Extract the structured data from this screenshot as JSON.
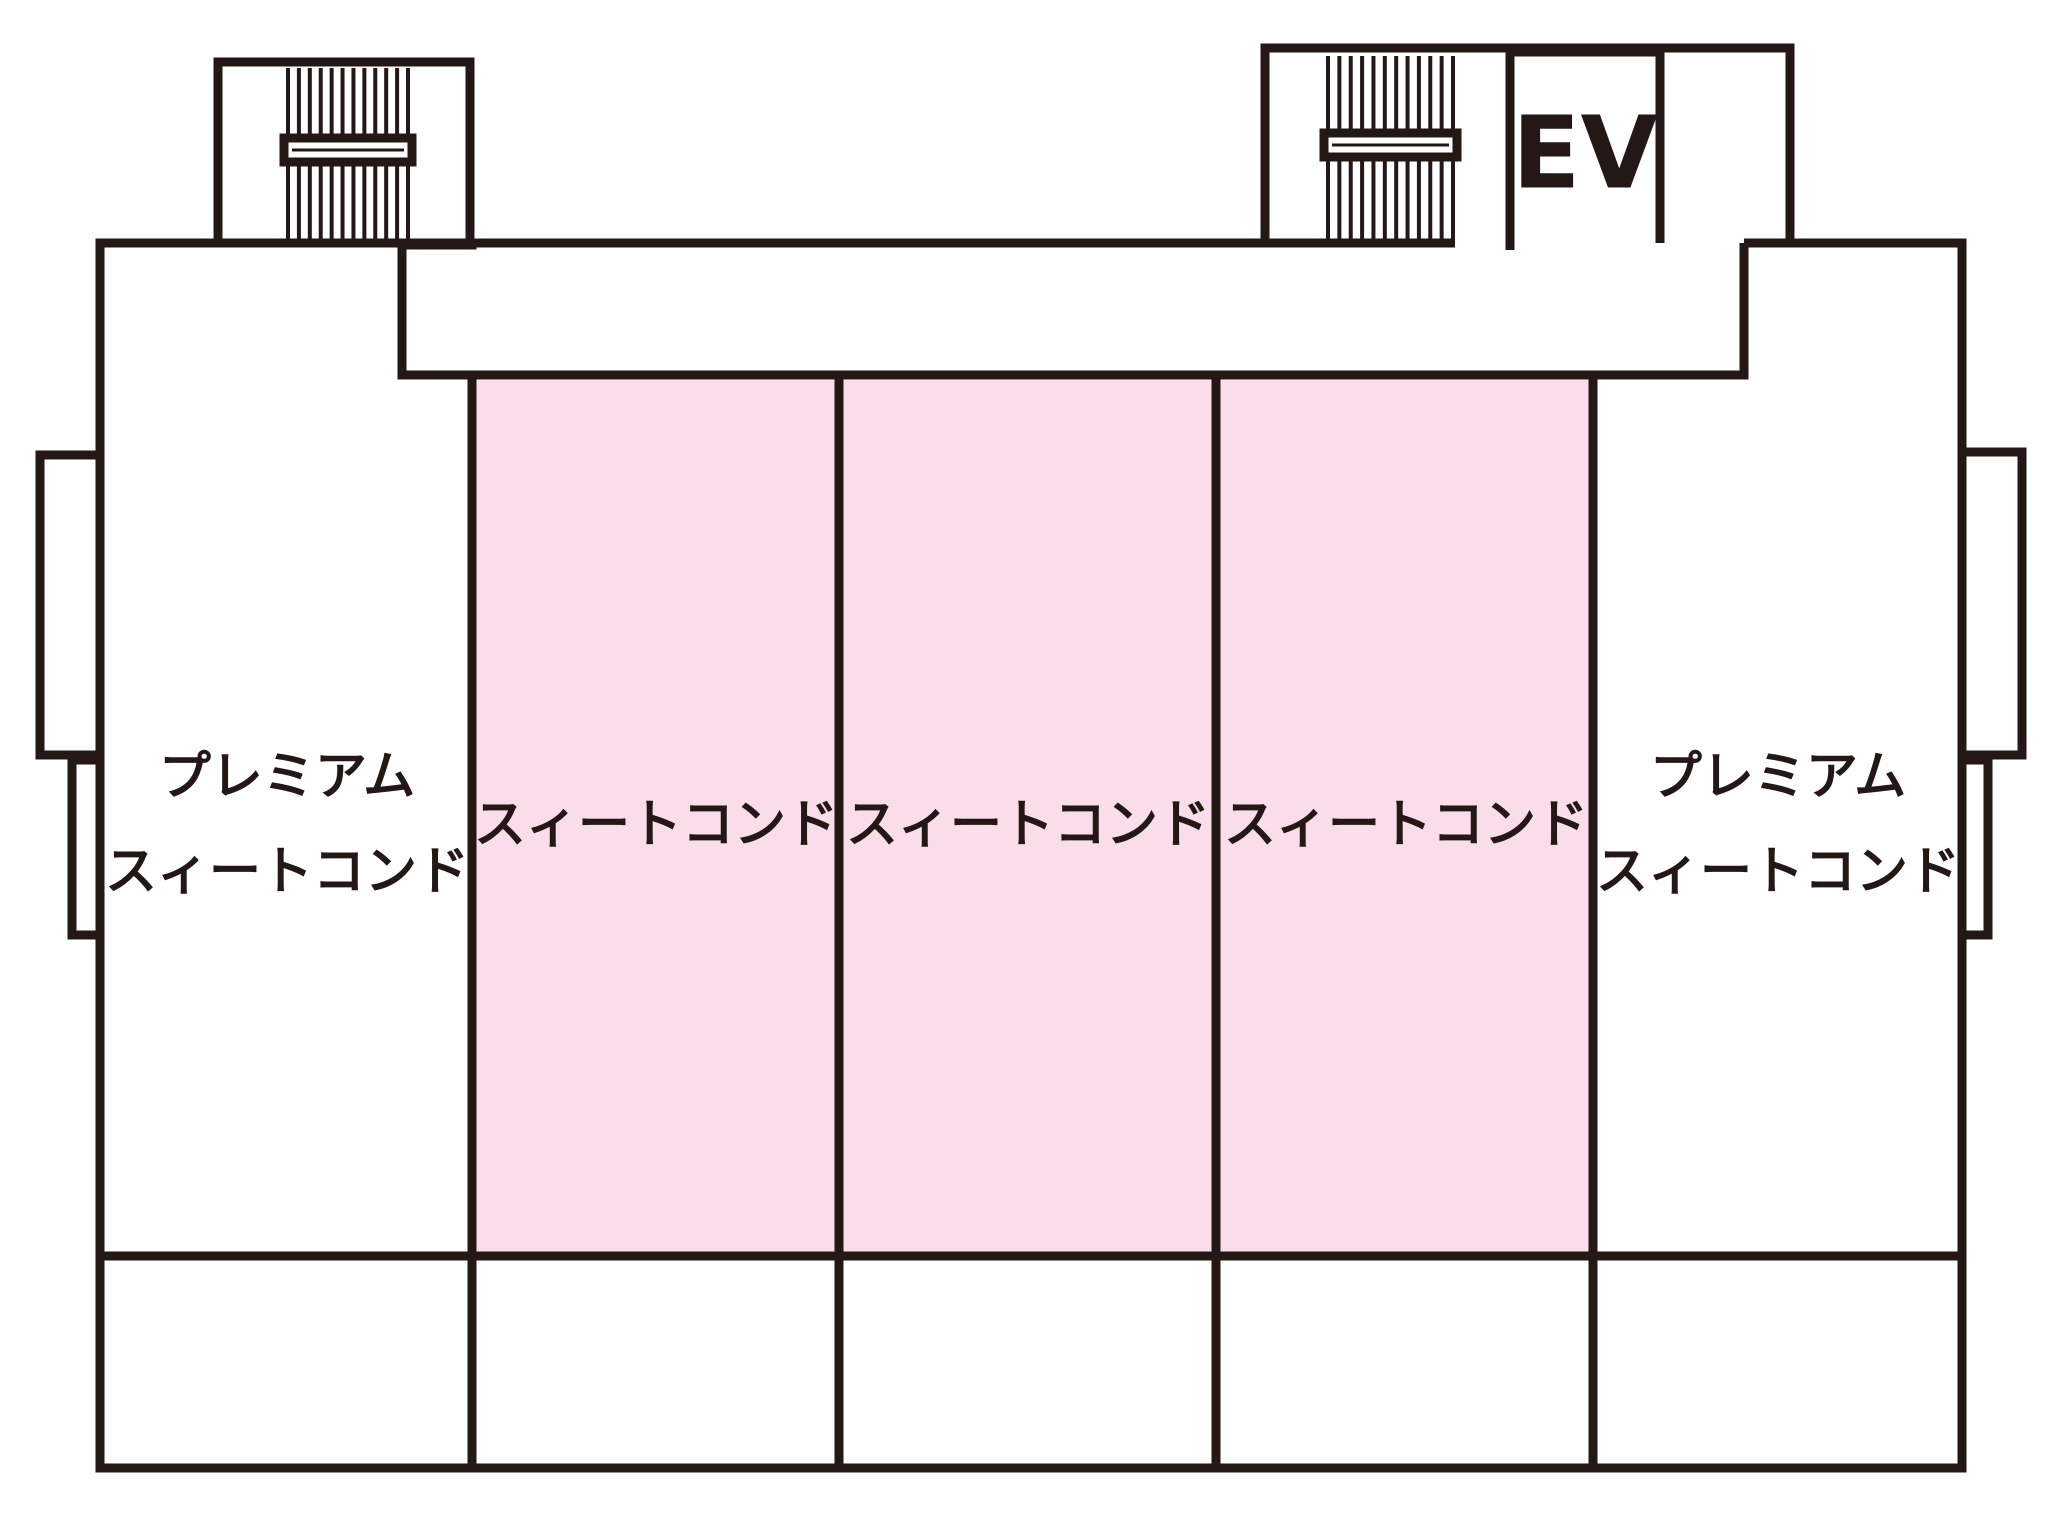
{
  "floor_plan": {
    "elevator_label": "EV",
    "rooms": [
      {
        "id": "room-1",
        "label_lines": [
          "プレミアム",
          "スィートコンド"
        ],
        "highlighted": false
      },
      {
        "id": "room-2",
        "label_lines": [
          "スィートコンド"
        ],
        "highlighted": true
      },
      {
        "id": "room-3",
        "label_lines": [
          "スィートコンド"
        ],
        "highlighted": true
      },
      {
        "id": "room-4",
        "label_lines": [
          "スィートコンド"
        ],
        "highlighted": true
      },
      {
        "id": "room-5",
        "label_lines": [
          "プレミアム",
          "スィートコンド"
        ],
        "highlighted": false
      }
    ]
  },
  "colors": {
    "highlight_fill": "#f9dde9",
    "wall": "#231815",
    "background": "#ffffff"
  }
}
